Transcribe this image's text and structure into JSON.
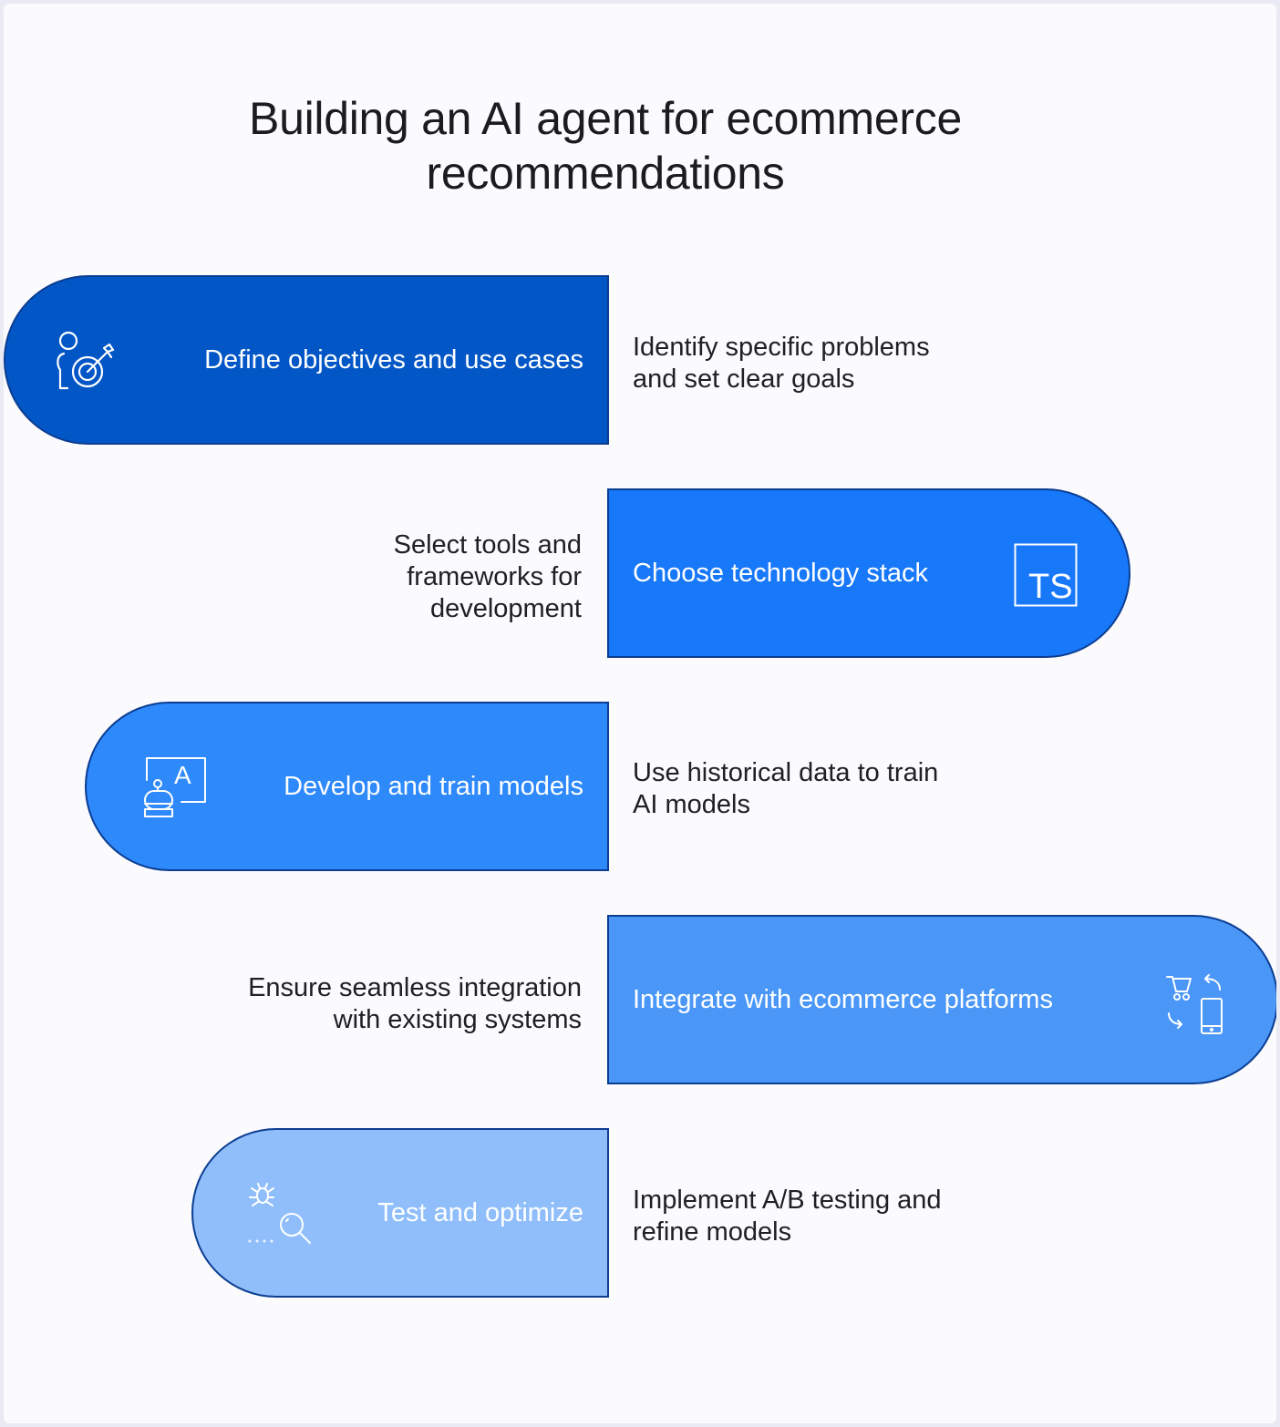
{
  "title": {
    "line1": "Building an AI agent for ecommerce",
    "line2": "recommendations"
  },
  "steps": [
    {
      "label": "Define objectives and use cases",
      "icon": "person-target-icon",
      "color": "#0256c6",
      "description": [
        "Identify specific problems",
        "and set clear goals"
      ]
    },
    {
      "label": "Choose technology stack",
      "icon": "typescript-icon",
      "icon_text": "TS",
      "color": "#1878fa",
      "description": [
        "Select tools and",
        "frameworks for",
        "development"
      ]
    },
    {
      "label": "Develop and train models",
      "icon": "robot-learning-icon",
      "icon_text": "A",
      "color": "#2e89fb",
      "description": [
        "Use historical data to train",
        "AI models"
      ]
    },
    {
      "label": "Integrate with ecommerce platforms",
      "icon": "cart-sync-mobile-icon",
      "color": "#4a97f8",
      "description": [
        "Ensure seamless integration",
        "with existing systems"
      ]
    },
    {
      "label": "Test and optimize",
      "icon": "bug-search-icon",
      "color": "#8fbefb",
      "description": [
        "Implement A/B testing and",
        "refine models"
      ]
    }
  ]
}
